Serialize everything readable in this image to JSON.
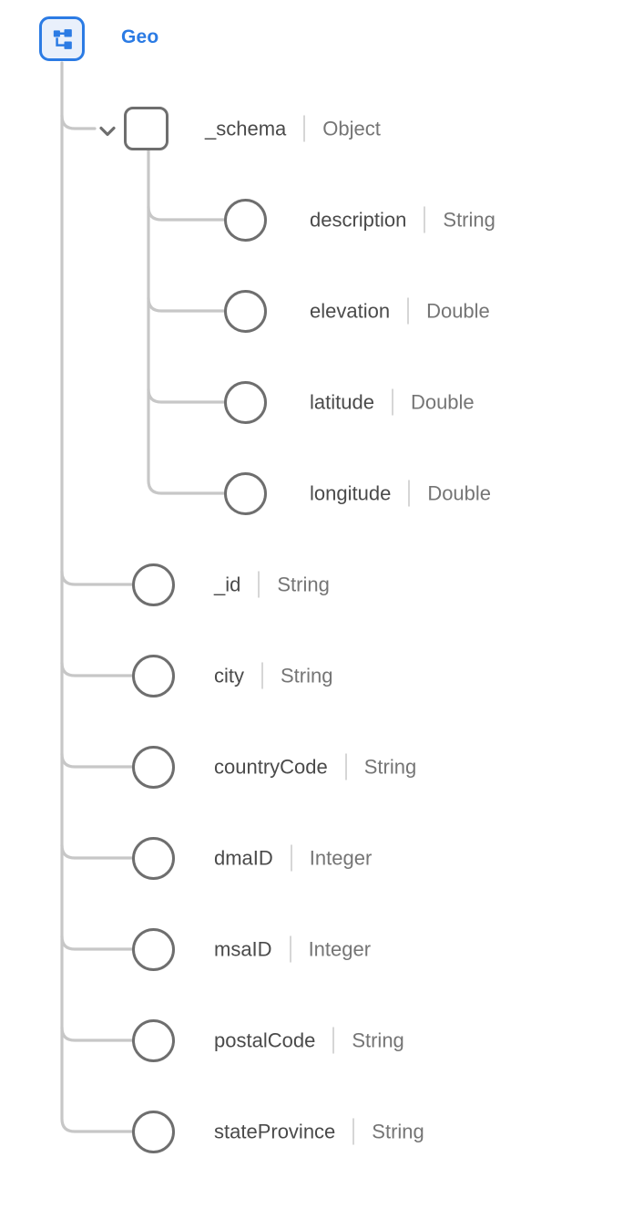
{
  "header": {
    "title": "Geo"
  },
  "palette": {
    "accent_blue": "#2B7BE4",
    "icon_background": "#E9F0FB",
    "connector_gray": "#C7C7C7",
    "node_outline_gray": "#6E6E6E",
    "field_name_gray": "#4A4A4A",
    "field_type_gray": "#757575",
    "divider_gray": "#D6D6D6"
  },
  "tree": {
    "fields": [
      {
        "name": "_schema",
        "type": "Object",
        "node": "object-node",
        "level": 0,
        "expanded": true
      },
      {
        "name": "description",
        "type": "String",
        "node": "field-node",
        "level": 1
      },
      {
        "name": "elevation",
        "type": "Double",
        "node": "field-node",
        "level": 1
      },
      {
        "name": "latitude",
        "type": "Double",
        "node": "field-node",
        "level": 1
      },
      {
        "name": "longitude",
        "type": "Double",
        "node": "field-node",
        "level": 1
      },
      {
        "name": "_id",
        "type": "String",
        "node": "field-node",
        "level": 0
      },
      {
        "name": "city",
        "type": "String",
        "node": "field-node",
        "level": 0
      },
      {
        "name": "countryCode",
        "type": "String",
        "node": "field-node",
        "level": 0
      },
      {
        "name": "dmaID",
        "type": "Integer",
        "node": "field-node",
        "level": 0
      },
      {
        "name": "msaID",
        "type": "Integer",
        "node": "field-node",
        "level": 0
      },
      {
        "name": "postalCode",
        "type": "String",
        "node": "field-node",
        "level": 0
      },
      {
        "name": "stateProvince",
        "type": "String",
        "node": "field-node",
        "level": 0
      }
    ]
  }
}
